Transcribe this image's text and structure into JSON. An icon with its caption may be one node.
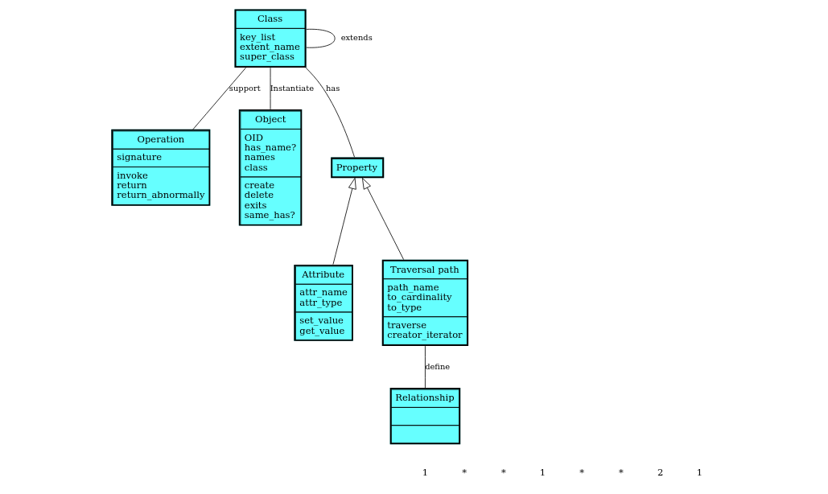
{
  "diagram": {
    "nodes": [
      {
        "text": [
          "Class",
          "key_list extent_name super_class"
        ]
      },
      {
        "text": [
          "Operation",
          "signature",
          "invoke return return_abnormally"
        ]
      },
      {
        "text": [
          "Object",
          "OID has_name? names class",
          "create delete exits same_has?"
        ]
      },
      {
        "text": [
          "Property"
        ]
      },
      {
        "text": [
          "Attribute",
          "attr_name attr_type",
          "set_value get_value"
        ]
      },
      {
        "text": [
          "Traversal path",
          "path_name to_cardinality to_type",
          "traverse creator_iterator"
        ]
      },
      {
        "text": [
          "Relationship"
        ]
      }
    ],
    "edges": [
      {
        "from": 0,
        "to": 2,
        "arrow": "none",
        "label": "Instantiate"
      },
      {
        "from": 0,
        "to": 1,
        "arrow": "none",
        "label": "support"
      },
      {
        "from": 0,
        "to": 0,
        "arrow": "none",
        "label": "extends"
      },
      {
        "from": 0,
        "to": 3,
        "arrow": "none",
        "label": "has"
      },
      {
        "from": 4,
        "to": 3,
        "arrow": "to"
      },
      {
        "from": 5,
        "to": 3,
        "arrow": "to"
      },
      {
        "from": 5,
        "to": 6,
        "arrow": "none",
        "label": "define"
      }
    ],
    "labels": [
      "1",
      "*",
      "*",
      "1",
      "*",
      "*",
      "2",
      "1"
    ]
  }
}
